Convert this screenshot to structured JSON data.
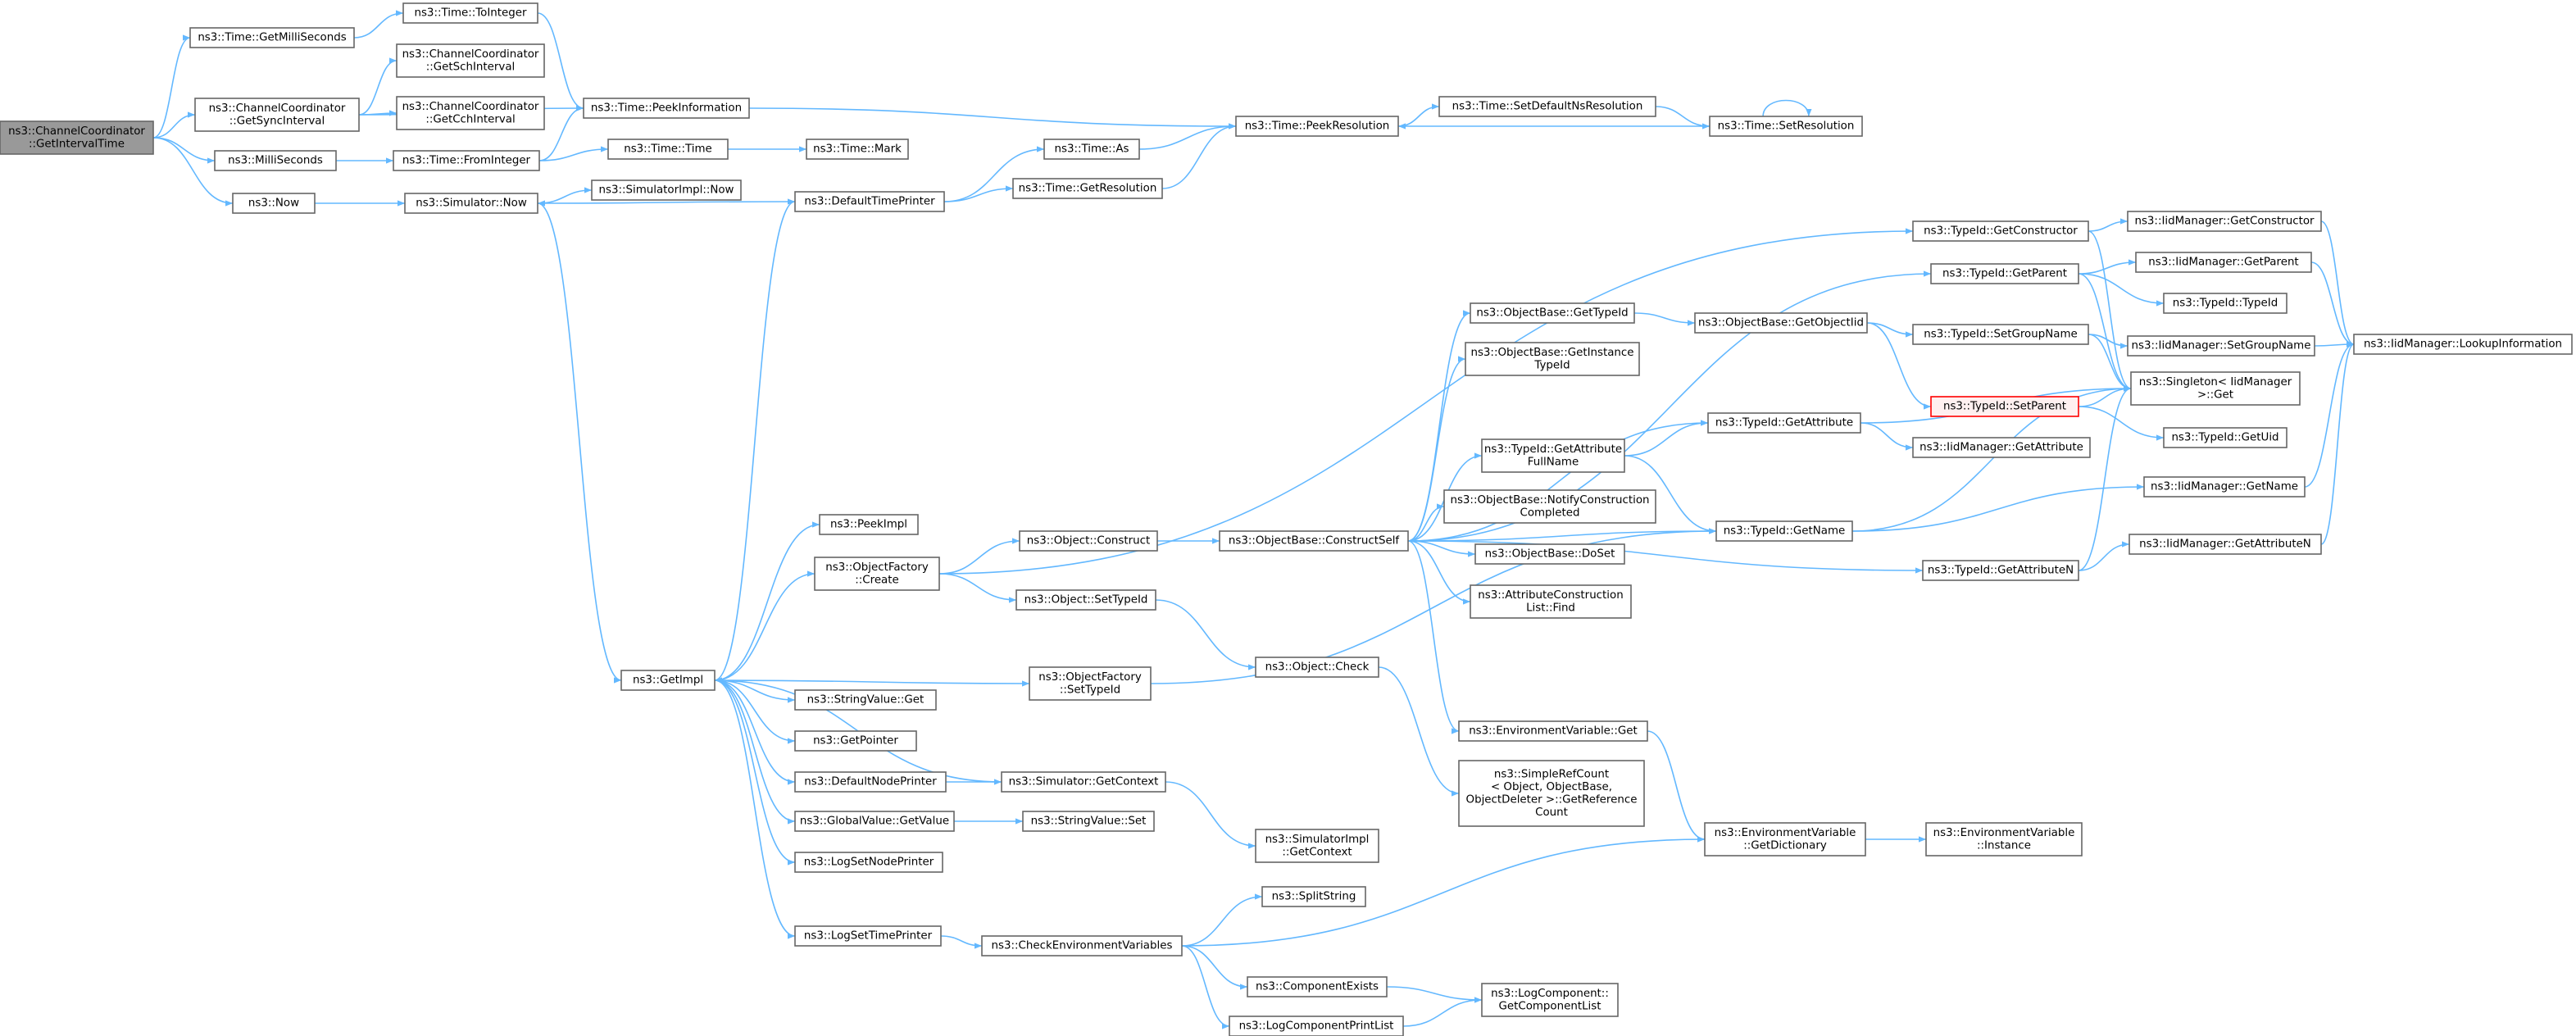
{
  "graph": {
    "title": "",
    "colors": {
      "edge": "#63b8ff",
      "node_border": "#666666",
      "root_fill": "#999999",
      "highlight_border": "#ff0000"
    },
    "nodes": [
      {
        "id": "root",
        "lines": [
          "ns3::ChannelCoordinator",
          "::GetIntervalTime"
        ],
        "kind": "root"
      },
      {
        "id": "getMilli",
        "lines": [
          "ns3::Time::GetMilliSeconds"
        ]
      },
      {
        "id": "getSync",
        "lines": [
          "ns3::ChannelCoordinator",
          "::GetSyncInterval"
        ]
      },
      {
        "id": "milliSec",
        "lines": [
          "ns3::MilliSeconds"
        ]
      },
      {
        "id": "now",
        "lines": [
          "ns3::Now"
        ]
      },
      {
        "id": "toInt",
        "lines": [
          "ns3::Time::ToInteger"
        ]
      },
      {
        "id": "getSch",
        "lines": [
          "ns3::ChannelCoordinator",
          "::GetSchInterval"
        ]
      },
      {
        "id": "getCch",
        "lines": [
          "ns3::ChannelCoordinator",
          "::GetCchInterval"
        ]
      },
      {
        "id": "fromInt",
        "lines": [
          "ns3::Time::FromInteger"
        ]
      },
      {
        "id": "simNow",
        "lines": [
          "ns3::Simulator::Now"
        ]
      },
      {
        "id": "peekInfo",
        "lines": [
          "ns3::Time::PeekInformation"
        ]
      },
      {
        "id": "timeTime",
        "lines": [
          "ns3::Time::Time"
        ]
      },
      {
        "id": "simImplNow",
        "lines": [
          "ns3::SimulatorImpl::Now"
        ]
      },
      {
        "id": "mark",
        "lines": [
          "ns3::Time::Mark"
        ]
      },
      {
        "id": "defTP",
        "lines": [
          "ns3::DefaultTimePrinter"
        ]
      },
      {
        "id": "timeAs",
        "lines": [
          "ns3::Time::As"
        ]
      },
      {
        "id": "getRes",
        "lines": [
          "ns3::Time::GetResolution"
        ]
      },
      {
        "id": "peekRes",
        "lines": [
          "ns3::Time::PeekResolution"
        ]
      },
      {
        "id": "setDefNs",
        "lines": [
          "ns3::Time::SetDefaultNsResolution"
        ]
      },
      {
        "id": "setRes",
        "lines": [
          "ns3::Time::SetResolution"
        ]
      },
      {
        "id": "getImpl",
        "lines": [
          "ns3::GetImpl"
        ]
      },
      {
        "id": "peekImpl",
        "lines": [
          "ns3::PeekImpl"
        ]
      },
      {
        "id": "ofCreate",
        "lines": [
          "ns3::ObjectFactory",
          "::Create"
        ]
      },
      {
        "id": "objConstruct",
        "lines": [
          "ns3::Object::Construct"
        ]
      },
      {
        "id": "objSetTid",
        "lines": [
          "ns3::Object::SetTypeId"
        ]
      },
      {
        "id": "objCheck",
        "lines": [
          "ns3::Object::Check"
        ]
      },
      {
        "id": "ofSetTid",
        "lines": [
          "ns3::ObjectFactory",
          "::SetTypeId"
        ]
      },
      {
        "id": "svGet",
        "lines": [
          "ns3::StringValue::Get"
        ]
      },
      {
        "id": "getPtr",
        "lines": [
          "ns3::GetPointer"
        ]
      },
      {
        "id": "defNP",
        "lines": [
          "ns3::DefaultNodePrinter"
        ]
      },
      {
        "id": "simGetCtx",
        "lines": [
          "ns3::Simulator::GetContext"
        ]
      },
      {
        "id": "gvGet",
        "lines": [
          "ns3::GlobalValue::GetValue"
        ]
      },
      {
        "id": "svSet",
        "lines": [
          "ns3::StringValue::Set"
        ]
      },
      {
        "id": "logSetNP",
        "lines": [
          "ns3::LogSetNodePrinter"
        ]
      },
      {
        "id": "logSetTP",
        "lines": [
          "ns3::LogSetTimePrinter"
        ]
      },
      {
        "id": "simImplCtx",
        "lines": [
          "ns3::SimulatorImpl",
          "::GetContext"
        ]
      },
      {
        "id": "checkEnv",
        "lines": [
          "ns3::CheckEnvironmentVariables"
        ]
      },
      {
        "id": "splitStr",
        "lines": [
          "ns3::SplitString"
        ]
      },
      {
        "id": "compExists",
        "lines": [
          "ns3::ComponentExists"
        ]
      },
      {
        "id": "logCompPL",
        "lines": [
          "ns3::LogComponentPrintList"
        ]
      },
      {
        "id": "lcGetCL",
        "lines": [
          "ns3::LogComponent::",
          "GetComponentList"
        ]
      },
      {
        "id": "obCS",
        "lines": [
          "ns3::ObjectBase::ConstructSelf"
        ]
      },
      {
        "id": "obGetTid",
        "lines": [
          "ns3::ObjectBase::GetTypeId"
        ]
      },
      {
        "id": "obGetInstTid",
        "lines": [
          "ns3::ObjectBase::GetInstance",
          "TypeId"
        ]
      },
      {
        "id": "tidGetAttrFull",
        "lines": [
          "ns3::TypeId::GetAttribute",
          "FullName"
        ]
      },
      {
        "id": "obNotify",
        "lines": [
          "ns3::ObjectBase::NotifyConstruction",
          "Completed"
        ]
      },
      {
        "id": "obDoSet",
        "lines": [
          "ns3::ObjectBase::DoSet"
        ]
      },
      {
        "id": "acFind",
        "lines": [
          "ns3::AttributeConstruction",
          "List::Find"
        ]
      },
      {
        "id": "evGet",
        "lines": [
          "ns3::EnvironmentVariable::Get"
        ]
      },
      {
        "id": "srcGetRef",
        "lines": [
          "ns3::SimpleRefCount",
          "< Object, ObjectBase,",
          "ObjectDeleter >::GetReference",
          "Count"
        ]
      },
      {
        "id": "obGetOiid",
        "lines": [
          "ns3::ObjectBase::GetObjectIid"
        ]
      },
      {
        "id": "tidGetAttr",
        "lines": [
          "ns3::TypeId::GetAttribute"
        ]
      },
      {
        "id": "tidGetName",
        "lines": [
          "ns3::TypeId::GetName"
        ]
      },
      {
        "id": "evGetDict",
        "lines": [
          "ns3::EnvironmentVariable",
          "::GetDictionary"
        ]
      },
      {
        "id": "evInst",
        "lines": [
          "ns3::EnvironmentVariable",
          "::Instance"
        ]
      },
      {
        "id": "tidGetCons",
        "lines": [
          "ns3::TypeId::GetConstructor"
        ]
      },
      {
        "id": "tidGetParent",
        "lines": [
          "ns3::TypeId::GetParent"
        ]
      },
      {
        "id": "tidSetGroup",
        "lines": [
          "ns3::TypeId::SetGroupName"
        ]
      },
      {
        "id": "tidSetParent",
        "lines": [
          "ns3::TypeId::SetParent"
        ],
        "kind": "red"
      },
      {
        "id": "tidGetAttrN",
        "lines": [
          "ns3::TypeId::GetAttributeN"
        ]
      },
      {
        "id": "iidGetAttr",
        "lines": [
          "ns3::IidManager::GetAttribute"
        ]
      },
      {
        "id": "iidGetCons",
        "lines": [
          "ns3::IidManager::GetConstructor"
        ]
      },
      {
        "id": "iidGetParent",
        "lines": [
          "ns3::IidManager::GetParent"
        ]
      },
      {
        "id": "tidTypeId",
        "lines": [
          "ns3::TypeId::TypeId"
        ]
      },
      {
        "id": "iidSetGroup",
        "lines": [
          "ns3::IidManager::SetGroupName"
        ]
      },
      {
        "id": "singletonGet",
        "lines": [
          "ns3::Singleton< IidManager",
          ">::Get"
        ]
      },
      {
        "id": "tidGetUid",
        "lines": [
          "ns3::TypeId::GetUid"
        ]
      },
      {
        "id": "iidGetName",
        "lines": [
          "ns3::IidManager::GetName"
        ]
      },
      {
        "id": "iidGetAttrN",
        "lines": [
          "ns3::IidManager::GetAttributeN"
        ]
      },
      {
        "id": "iidLookup",
        "lines": [
          "ns3::IidManager::LookupInformation"
        ]
      }
    ],
    "edges": [
      [
        "root",
        "getMilli"
      ],
      [
        "root",
        "getSync"
      ],
      [
        "root",
        "milliSec"
      ],
      [
        "root",
        "now"
      ],
      [
        "getMilli",
        "toInt"
      ],
      [
        "getSync",
        "getSch"
      ],
      [
        "getSync",
        "getCch"
      ],
      [
        "getSync",
        "peekInfo"
      ],
      [
        "milliSec",
        "fromInt"
      ],
      [
        "now",
        "simNow"
      ],
      [
        "toInt",
        "peekInfo"
      ],
      [
        "fromInt",
        "peekInfo"
      ],
      [
        "fromInt",
        "timeTime"
      ],
      [
        "timeTime",
        "mark"
      ],
      [
        "simNow",
        "simImplNow"
      ],
      [
        "simNow",
        "getImpl"
      ],
      [
        "peekInfo",
        "peekRes"
      ],
      [
        "defTP",
        "simNow"
      ],
      [
        "defTP",
        "timeAs"
      ],
      [
        "defTP",
        "getRes"
      ],
      [
        "getRes",
        "peekRes"
      ],
      [
        "timeAs",
        "peekRes"
      ],
      [
        "peekRes",
        "setDefNs"
      ],
      [
        "setDefNs",
        "setRes"
      ],
      [
        "setRes",
        "peekRes"
      ],
      [
        "setRes",
        "setRes"
      ],
      [
        "getImpl",
        "defTP"
      ],
      [
        "getImpl",
        "peekImpl"
      ],
      [
        "getImpl",
        "ofCreate"
      ],
      [
        "getImpl",
        "ofSetTid"
      ],
      [
        "getImpl",
        "svGet"
      ],
      [
        "getImpl",
        "getPtr"
      ],
      [
        "getImpl",
        "defNP"
      ],
      [
        "getImpl",
        "gvGet"
      ],
      [
        "getImpl",
        "logSetNP"
      ],
      [
        "getImpl",
        "logSetTP"
      ],
      [
        "simGetCtx",
        "getImpl"
      ],
      [
        "defNP",
        "simGetCtx"
      ],
      [
        "simGetCtx",
        "simImplCtx"
      ],
      [
        "gvGet",
        "svSet"
      ],
      [
        "logSetTP",
        "checkEnv"
      ],
      [
        "checkEnv",
        "splitStr"
      ],
      [
        "checkEnv",
        "compExists"
      ],
      [
        "checkEnv",
        "logCompPL"
      ],
      [
        "checkEnv",
        "evGetDict"
      ],
      [
        "compExists",
        "lcGetCL"
      ],
      [
        "logCompPL",
        "lcGetCL"
      ],
      [
        "ofCreate",
        "objConstruct"
      ],
      [
        "ofCreate",
        "objSetTid"
      ],
      [
        "ofCreate",
        "tidGetCons"
      ],
      [
        "objConstruct",
        "obCS"
      ],
      [
        "objSetTid",
        "objCheck"
      ],
      [
        "objCheck",
        "srcGetRef"
      ],
      [
        "ofSetTid",
        "tidGetName"
      ],
      [
        "obCS",
        "obGetTid"
      ],
      [
        "obCS",
        "obGetInstTid"
      ],
      [
        "obCS",
        "tidGetAttrFull"
      ],
      [
        "obCS",
        "obNotify"
      ],
      [
        "obCS",
        "obDoSet"
      ],
      [
        "obCS",
        "acFind"
      ],
      [
        "obCS",
        "evGet"
      ],
      [
        "obCS",
        "tidGetParent"
      ],
      [
        "obCS",
        "tidGetAttr"
      ],
      [
        "obCS",
        "tidGetName"
      ],
      [
        "obCS",
        "tidGetAttrN"
      ],
      [
        "obGetTid",
        "obGetOiid"
      ],
      [
        "obGetOiid",
        "tidSetGroup"
      ],
      [
        "obGetOiid",
        "tidSetParent"
      ],
      [
        "tidGetAttrFull",
        "tidGetAttr"
      ],
      [
        "tidGetAttrFull",
        "tidGetName"
      ],
      [
        "tidGetAttr",
        "iidGetAttr"
      ],
      [
        "tidGetAttr",
        "singletonGet"
      ],
      [
        "evGet",
        "evGetDict"
      ],
      [
        "evGetDict",
        "evInst"
      ],
      [
        "tidGetName",
        "singletonGet"
      ],
      [
        "tidGetName",
        "iidGetName"
      ],
      [
        "tidGetCons",
        "iidGetCons"
      ],
      [
        "tidGetCons",
        "singletonGet"
      ],
      [
        "tidGetParent",
        "iidGetParent"
      ],
      [
        "tidGetParent",
        "tidTypeId"
      ],
      [
        "tidGetParent",
        "singletonGet"
      ],
      [
        "tidSetGroup",
        "iidSetGroup"
      ],
      [
        "tidSetGroup",
        "singletonGet"
      ],
      [
        "tidSetParent",
        "singletonGet"
      ],
      [
        "tidSetParent",
        "tidGetUid"
      ],
      [
        "tidGetAttrN",
        "iidGetAttrN"
      ],
      [
        "tidGetAttrN",
        "singletonGet"
      ],
      [
        "iidGetCons",
        "iidLookup"
      ],
      [
        "iidGetParent",
        "iidLookup"
      ],
      [
        "iidSetGroup",
        "iidLookup"
      ],
      [
        "iidGetName",
        "iidLookup"
      ],
      [
        "iidGetAttrN",
        "iidLookup"
      ]
    ]
  }
}
